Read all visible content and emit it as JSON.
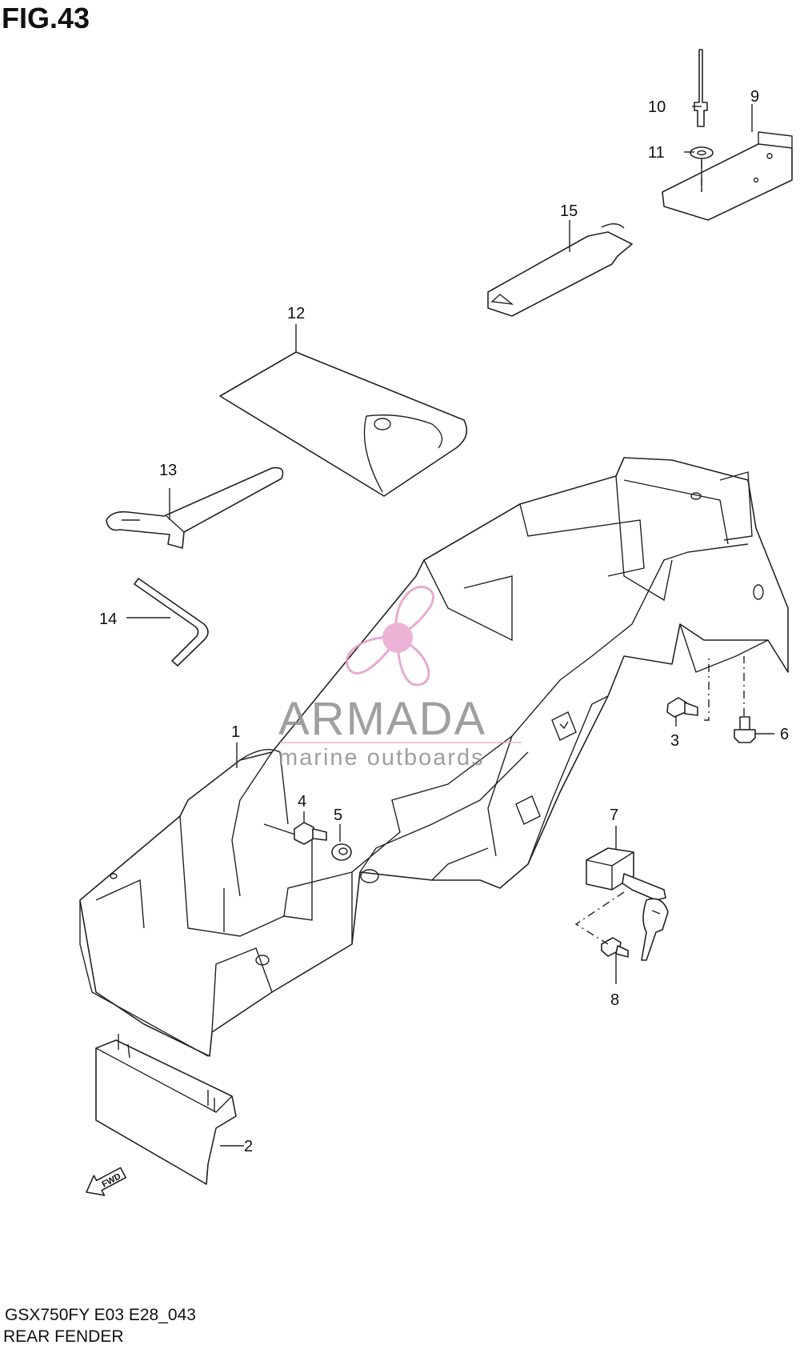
{
  "figure": {
    "title": "FIG.43",
    "model_code": "GSX750FY E03 E28_043",
    "name": "REAR FENDER"
  },
  "watermark": {
    "brand": "ARMADA",
    "tagline": "marine outboards",
    "color": "#e9a6cf"
  },
  "direction_marker": "FWD",
  "callouts": [
    {
      "id": "1",
      "label": "1"
    },
    {
      "id": "2",
      "label": "2"
    },
    {
      "id": "3",
      "label": "3"
    },
    {
      "id": "4",
      "label": "4"
    },
    {
      "id": "5",
      "label": "5"
    },
    {
      "id": "6",
      "label": "6"
    },
    {
      "id": "7",
      "label": "7"
    },
    {
      "id": "8",
      "label": "8"
    },
    {
      "id": "9",
      "label": "9"
    },
    {
      "id": "10",
      "label": "10"
    },
    {
      "id": "11",
      "label": "11"
    },
    {
      "id": "12",
      "label": "12"
    },
    {
      "id": "13",
      "label": "13"
    },
    {
      "id": "14",
      "label": "14"
    },
    {
      "id": "15",
      "label": "15"
    }
  ]
}
